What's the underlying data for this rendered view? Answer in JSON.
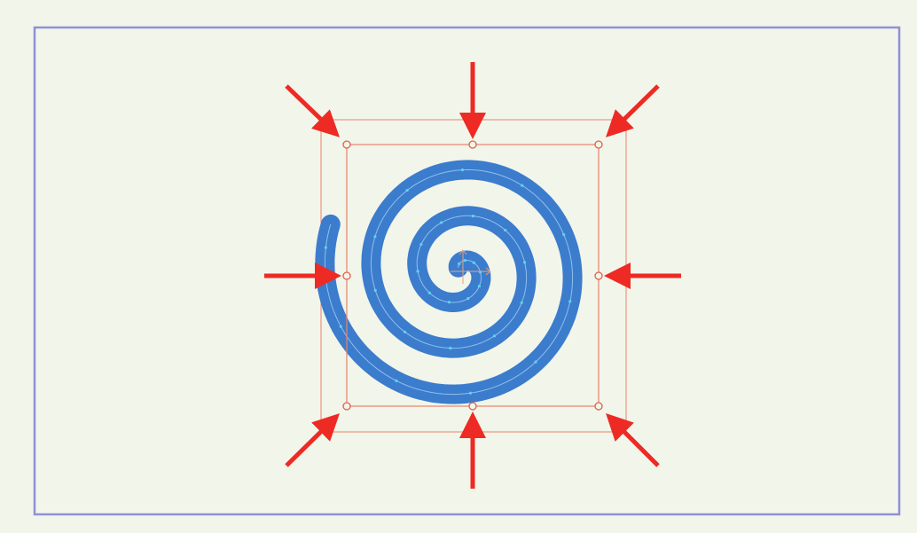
{
  "canvas": {
    "background": "#f2f5ea",
    "stage_border_color": "#8f90d8"
  },
  "selection": {
    "frame_color": "#e8826a",
    "handle_count": 8,
    "transform_point_color": "#e8826a"
  },
  "shape": {
    "kind": "spiral",
    "fill_color": "#3b7ccd",
    "anchor_color": "#5fd3f0"
  },
  "annotation": {
    "arrow_color": "#ee2a24",
    "arrow_count": 8,
    "arrow_targets": [
      "top-left-handle",
      "top-handle",
      "top-right-handle",
      "left-handle",
      "right-handle",
      "bottom-left-handle",
      "bottom-handle",
      "bottom-right-handle"
    ]
  }
}
